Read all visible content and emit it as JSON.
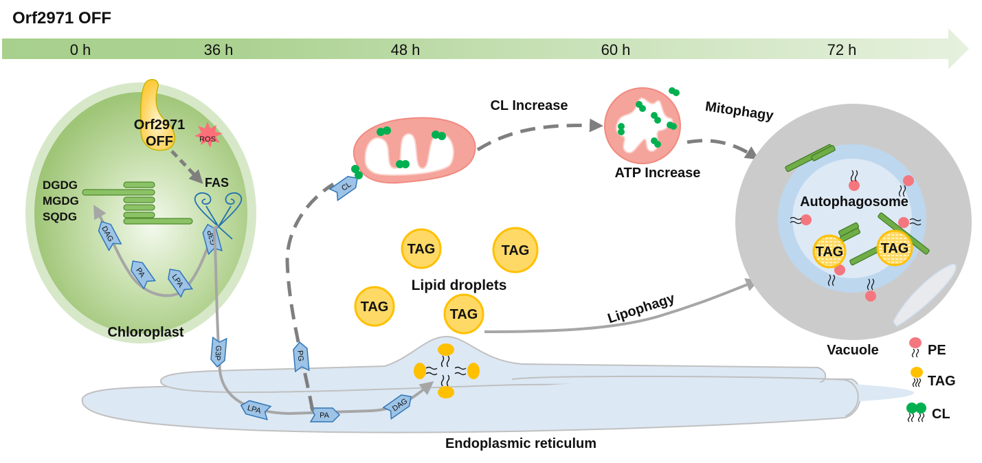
{
  "title": "Orf2971 OFF",
  "timeline": {
    "ticks": [
      "0 h",
      "36 h",
      "48 h",
      "60 h",
      "72 h"
    ],
    "color_start": "#a8d08d",
    "color_end": "#e4f0da"
  },
  "chloroplast": {
    "label": "Chloroplast",
    "orf_label_line1": "Orf2971",
    "orf_label_line2": "OFF",
    "ros_label": "ROS",
    "fas_label": "FAS",
    "lipids": [
      "DGDG",
      "MGDG",
      "SQDG"
    ],
    "pathway": [
      "G3P",
      "LPA",
      "PA",
      "DAG"
    ]
  },
  "er": {
    "label": "Endoplasmic reticulum",
    "pathway": [
      "G3P",
      "LPA",
      "PA",
      "DAG"
    ],
    "pg_label": "PG",
    "cl_label": "CL"
  },
  "mitochondria": {
    "cl_increase_label": "CL Increase",
    "atp_increase_label": "ATP Increase",
    "mitophagy_label": "Mitophagy"
  },
  "lipid_droplets": {
    "label": "Lipid droplets",
    "items": [
      "TAG",
      "TAG",
      "TAG",
      "TAG"
    ],
    "lipophagy_label": "Lipophagy"
  },
  "vacuole": {
    "label": "Vacuole",
    "autophagosome_label": "Autophagosome",
    "tags": [
      "TAG",
      "TAG"
    ]
  },
  "legend": [
    {
      "label": "PE",
      "color": "#f4777f"
    },
    {
      "label": "TAG",
      "color": "#ffc000"
    },
    {
      "label": "CL",
      "color": "#00b050"
    }
  ],
  "colors": {
    "chloroplast_fill": "#a9cc84",
    "mito_fill": "#f5a49b",
    "er_fill": "#dce8f4",
    "vacuole_fill": "#cccbcb",
    "autophagosome_fill": "#bdd7ee",
    "tag_fill": "#ffd966",
    "tag_stroke": "#ffc000",
    "pent_fill": "#9dc3e6",
    "pent_stroke": "#2e75b6",
    "arrow_gray": "#a6a6a6",
    "dash_gray": "#7f7f7f"
  }
}
